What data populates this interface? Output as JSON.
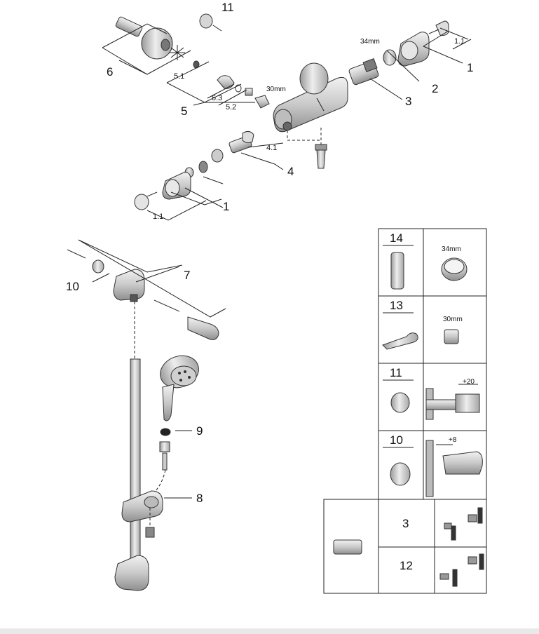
{
  "top": {
    "labels": {
      "c1a": "1",
      "c1b": "1",
      "c11a": "1.1",
      "c11b": "1.1",
      "c2": "2",
      "c3": "3",
      "c4": "4",
      "c41": "4.1",
      "c5": "5",
      "c51": "5.1",
      "c52": "5.2",
      "c53": "5.3",
      "c6": "6",
      "c11": "11",
      "dim34": "34mm",
      "dim30": "30mm"
    }
  },
  "bottom": {
    "labels": {
      "c7": "7",
      "c8": "8",
      "c9": "9",
      "c10": "10"
    }
  },
  "table": {
    "rows": [
      {
        "num": "14",
        "dim": "34mm"
      },
      {
        "num": "13",
        "dim": "30mm"
      },
      {
        "num": "11",
        "dim": "+20"
      },
      {
        "num": "10",
        "dim": "+8"
      }
    ],
    "bottom_rows": [
      {
        "num": "3"
      },
      {
        "num": "12"
      }
    ]
  },
  "colors": {
    "metal": "#cfcfcf",
    "metal_dark": "#8a8a8a",
    "line": "#222222",
    "footer": "#e9e9ea"
  }
}
